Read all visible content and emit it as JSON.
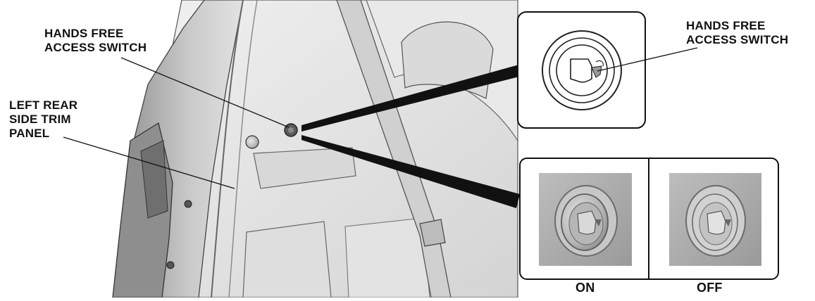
{
  "callouts": {
    "switch_left": {
      "line1": "HANDS FREE",
      "line2": "ACCESS SWITCH"
    },
    "trim_panel": {
      "line1": "LEFT REAR",
      "line2": "SIDE TRIM",
      "line3": "PANEL"
    },
    "switch_right": {
      "line1": "HANDS FREE",
      "line2": "ACCESS SWITCH"
    },
    "state_on": "ON",
    "state_off": "OFF"
  },
  "colors": {
    "background": "#ffffff",
    "trim_light": "#e8e8e8",
    "trim_mid": "#cfcfcf",
    "trim_dark": "#9a9a9a",
    "line": "#111111",
    "photo_gray": "#a9a9a9"
  },
  "icons": {
    "switch_symbol": "hands-free-tailgate-symbol"
  }
}
